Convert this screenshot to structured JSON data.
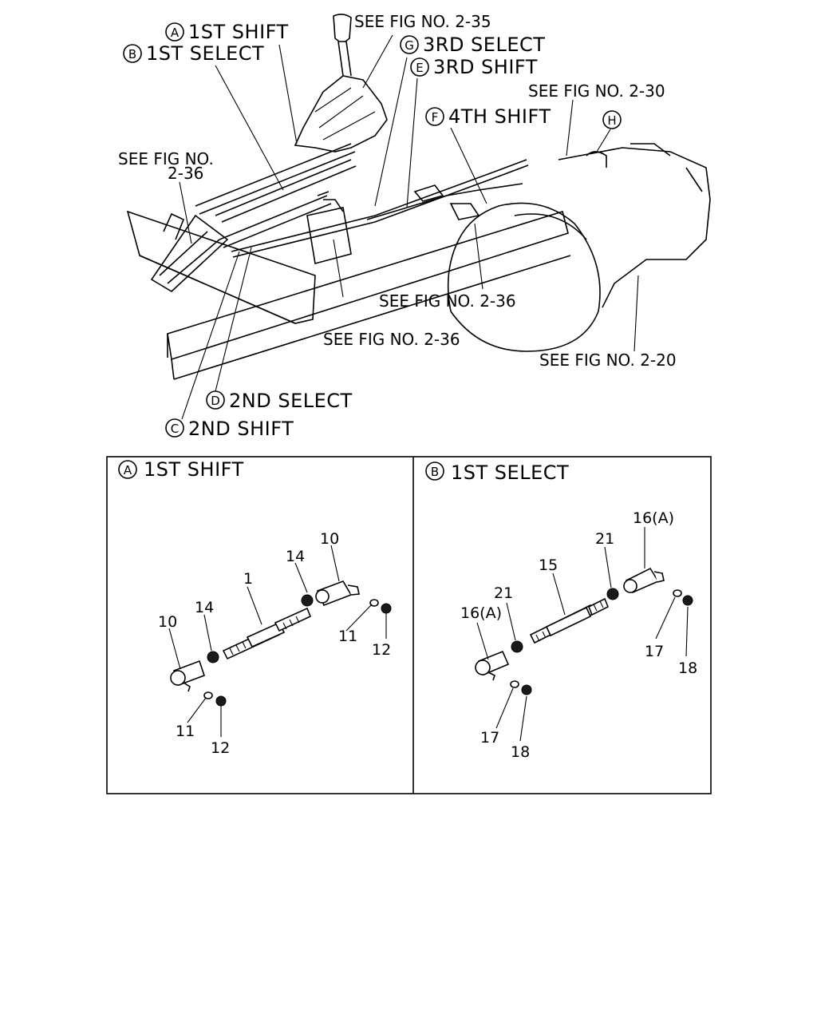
{
  "overview": {
    "callouts": {
      "a": {
        "letter": "A",
        "text": "1ST SHIFT"
      },
      "b": {
        "letter": "B",
        "text": "1ST SELECT"
      },
      "c": {
        "letter": "C",
        "text": "2ND SHIFT"
      },
      "d": {
        "letter": "D",
        "text": "2ND SELECT"
      },
      "e": {
        "letter": "E",
        "text": "3RD SHIFT"
      },
      "f": {
        "letter": "F",
        "text": "4TH SHIFT"
      },
      "g": {
        "letter": "G",
        "text": "3RD SELECT"
      },
      "h": {
        "letter": "H",
        "text": ""
      }
    },
    "refs": {
      "fig_2_35": "SEE FIG NO. 2-35",
      "fig_2_30": "SEE FIG NO. 2-30",
      "fig_2_36_left_line1": "SEE FIG NO.",
      "fig_2_36_left_line2": "2-36",
      "fig_2_36_mid": "SEE FIG NO. 2-36",
      "fig_2_36_lower": "SEE FIG NO. 2-36",
      "fig_2_20": "SEE FIG NO. 2-20"
    }
  },
  "panel_a": {
    "letter": "A",
    "title": "1ST SHIFT",
    "labels": {
      "p1": "1",
      "p10_right": "10",
      "p10_left": "10",
      "p14_right": "14",
      "p14_left": "14",
      "p11_right": "11",
      "p11_left": "11",
      "p12_right": "12",
      "p12_left": "12"
    }
  },
  "panel_b": {
    "letter": "B",
    "title": "1ST SELECT",
    "labels": {
      "p15": "15",
      "p16_right": "16(A)",
      "p16_left": "16(A)",
      "p21_right": "21",
      "p21_left": "21",
      "p17_right": "17",
      "p17_left": "17",
      "p18_right": "18",
      "p18_left": "18"
    }
  }
}
